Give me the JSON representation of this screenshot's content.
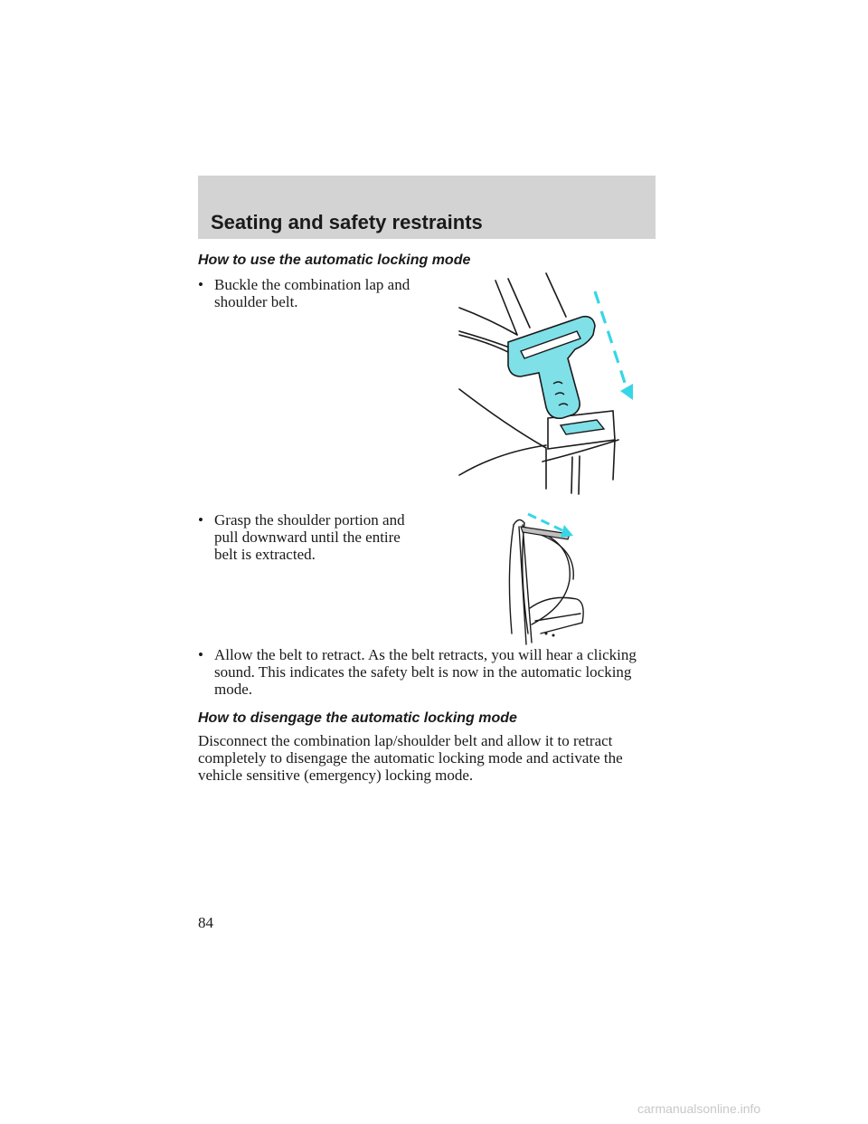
{
  "header": {
    "title": "Seating and safety restraints"
  },
  "sections": [
    {
      "heading": "How to use the automatic locking mode"
    },
    {
      "heading": "How to disengage the automatic locking mode"
    }
  ],
  "bullets": [
    "Buckle the combination lap and shoulder belt.",
    "Grasp the shoulder portion and pull downward until the entire belt is extracted.",
    "Allow the belt to retract. As the belt retracts, you will hear a clicking sound. This indicates the safety belt is now in the automatic locking mode."
  ],
  "bullet_glyph": "•",
  "paragraph": "Disconnect the combination lap/shoulder belt and allow it to retract completely to disengage the automatic locking mode and activate the vehicle sensitive (emergency) locking mode.",
  "page_number": "84",
  "watermark": "carmanualsonline.info",
  "colors": {
    "header_band": "#d3d3d3",
    "highlight": "#7fe0e8",
    "arrow": "#36d6e6"
  },
  "icons": [
    "seatbelt-buckle-illustration",
    "seat-belt-pull-illustration"
  ]
}
